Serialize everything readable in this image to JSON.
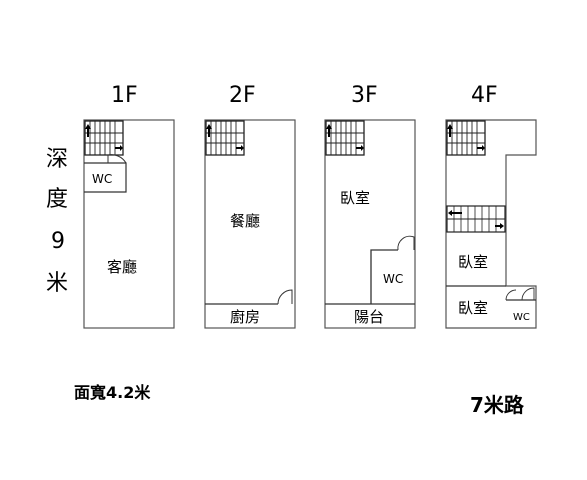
{
  "floors": [
    {
      "label": "1F",
      "rooms": [
        "WC",
        "客廳"
      ]
    },
    {
      "label": "2F",
      "rooms": [
        "餐廳",
        "廚房"
      ]
    },
    {
      "label": "3F",
      "rooms": [
        "臥室",
        "WC",
        "陽台"
      ]
    },
    {
      "label": "4F",
      "rooms": [
        "臥室",
        "臥室",
        "WC"
      ]
    }
  ],
  "depth": {
    "chars": [
      "深",
      "度",
      "9",
      "米"
    ]
  },
  "frontage": "面寬4.2米",
  "road": "7米路"
}
